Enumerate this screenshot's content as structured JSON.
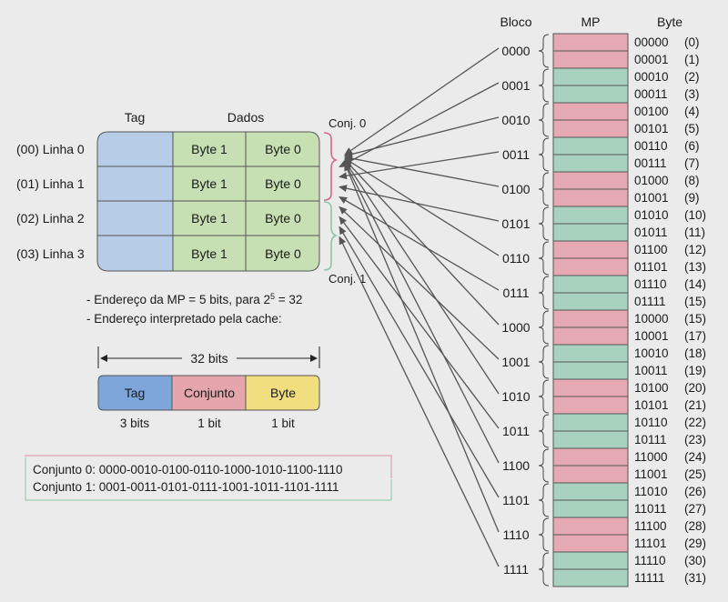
{
  "cache": {
    "tag_header": "Tag",
    "dados_header": "Dados",
    "lines": [
      {
        "label": "(00) Linha 0",
        "bytes": [
          "Byte 1",
          "Byte 0"
        ]
      },
      {
        "label": "(01) Linha 1",
        "bytes": [
          "Byte 1",
          "Byte 0"
        ]
      },
      {
        "label": "(02) Linha 2",
        "bytes": [
          "Byte 1",
          "Byte 0"
        ]
      },
      {
        "label": "(03) Linha 3",
        "bytes": [
          "Byte 1",
          "Byte 0"
        ]
      }
    ],
    "conj0_label": "Conj. 0",
    "conj1_label": "Conj. 1"
  },
  "notes": {
    "line1_prefix": "- Endereço da MP = 5 bits, para 2",
    "line1_exp": "5",
    "line1_suffix": " = 32",
    "line2": "- Endereço interpretado pela cache:"
  },
  "address": {
    "width_label": "32 bits",
    "fields": [
      {
        "label": "Tag",
        "bits": "3 bits",
        "color": "#7ea6da"
      },
      {
        "label": "Conjunto",
        "bits": "1 bit",
        "color": "#e4a5ad"
      },
      {
        "label": "Byte",
        "bits": "1 bit",
        "color": "#f1df7f"
      }
    ]
  },
  "sets": {
    "set0": "Conjunto 0: 0000-0010-0100-0110-1000-1010-1100-1110",
    "set1": "Conjunto 1: 0001-0011-0101-0111-1001-1011-1101-1111"
  },
  "memory": {
    "headers": {
      "bloco": "Bloco",
      "mp": "MP",
      "byte": "Byte"
    },
    "blocks": [
      "0000",
      "0001",
      "0010",
      "0011",
      "0100",
      "0101",
      "0110",
      "0111",
      "1000",
      "1001",
      "1010",
      "1011",
      "1100",
      "1101",
      "1110",
      "1111"
    ],
    "bytes": [
      {
        "addr": "00000",
        "idx": "(0)"
      },
      {
        "addr": "00001",
        "idx": "(1)"
      },
      {
        "addr": "00010",
        "idx": "(2)"
      },
      {
        "addr": "00011",
        "idx": "(3)"
      },
      {
        "addr": "00100",
        "idx": "(4)"
      },
      {
        "addr": "00101",
        "idx": "(5)"
      },
      {
        "addr": "00110",
        "idx": "(6)"
      },
      {
        "addr": "00111",
        "idx": "(7)"
      },
      {
        "addr": "01000",
        "idx": "(8)"
      },
      {
        "addr": "01001",
        "idx": "(9)"
      },
      {
        "addr": "01010",
        "idx": "(10)"
      },
      {
        "addr": "01011",
        "idx": "(11)"
      },
      {
        "addr": "01100",
        "idx": "(12)"
      },
      {
        "addr": "01101",
        "idx": "(13)"
      },
      {
        "addr": "01110",
        "idx": "(14)"
      },
      {
        "addr": "01111",
        "idx": "(15)"
      },
      {
        "addr": "10000",
        "idx": "(15)"
      },
      {
        "addr": "10001",
        "idx": "(17)"
      },
      {
        "addr": "10010",
        "idx": "(18)"
      },
      {
        "addr": "10011",
        "idx": "(19)"
      },
      {
        "addr": "10100",
        "idx": "(20)"
      },
      {
        "addr": "10101",
        "idx": "(21)"
      },
      {
        "addr": "10110",
        "idx": "(22)"
      },
      {
        "addr": "10111",
        "idx": "(23)"
      },
      {
        "addr": "11000",
        "idx": "(24)"
      },
      {
        "addr": "11001",
        "idx": "(25)"
      },
      {
        "addr": "11010",
        "idx": "(26)"
      },
      {
        "addr": "11011",
        "idx": "(27)"
      },
      {
        "addr": "11100",
        "idx": "(28)"
      },
      {
        "addr": "11101",
        "idx": "(29)"
      },
      {
        "addr": "11110",
        "idx": "(30)"
      },
      {
        "addr": "11111",
        "idx": "(31)"
      }
    ]
  },
  "colors": {
    "tag_blue": "#b7cde7",
    "data_green": "#c6e0b3",
    "pink": "#e5a9b3",
    "teal": "#a9d2be",
    "set0_brace": "#d56b82",
    "set1_brace": "#8cc6a5",
    "arrow": "#555555"
  }
}
